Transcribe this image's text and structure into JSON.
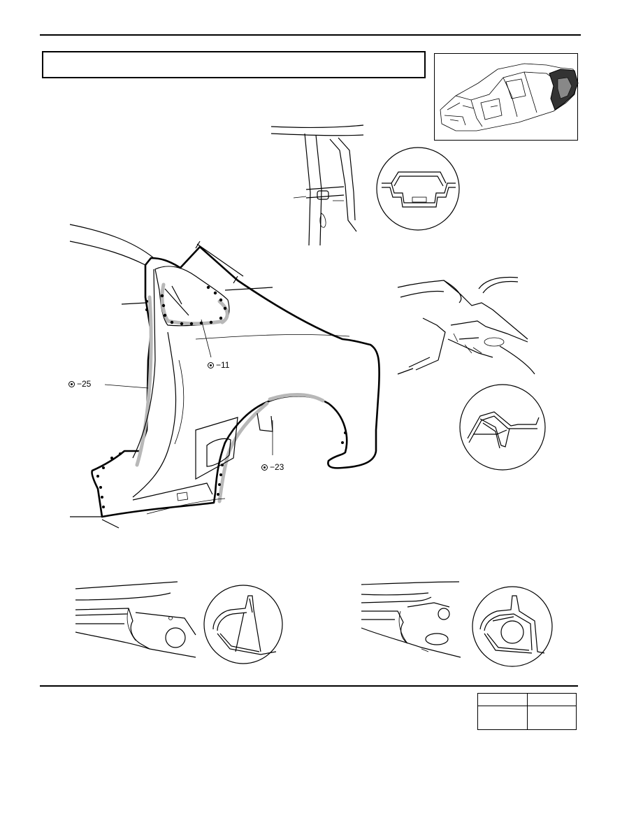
{
  "header": {
    "title": ""
  },
  "callouts": {
    "weld_25": "−25",
    "weld_11": "−11",
    "weld_23": "−23"
  },
  "colors": {
    "ink": "#000000",
    "sealer": "#b8b8b8"
  }
}
